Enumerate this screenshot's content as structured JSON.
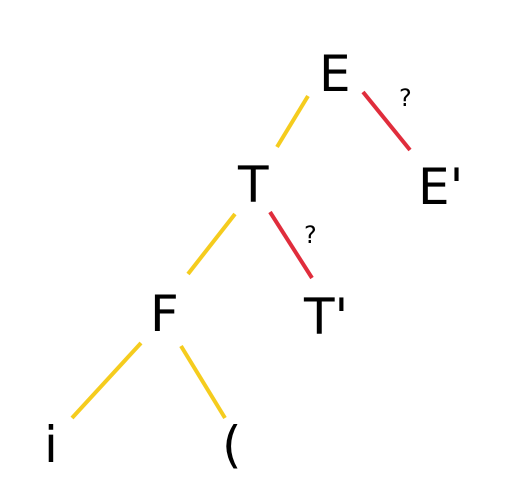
{
  "colors": {
    "background": "#ffffff",
    "text": "#000000",
    "known_edge": "#f5cc1e",
    "unknown_edge": "#e02d3c"
  },
  "nodes": {
    "e": "E",
    "t": "T",
    "e_prime": "E'",
    "f": "F",
    "t_prime": "T'",
    "i": "i",
    "paren": "("
  },
  "edges": [
    {
      "from": "e",
      "to": "t",
      "status": "known"
    },
    {
      "from": "e",
      "to": "e_prime",
      "status": "unknown",
      "label": "?"
    },
    {
      "from": "t",
      "to": "f",
      "status": "known"
    },
    {
      "from": "t",
      "to": "t_prime",
      "status": "unknown",
      "label": "?"
    },
    {
      "from": "f",
      "to": "i",
      "status": "known"
    },
    {
      "from": "f",
      "to": "paren",
      "status": "known"
    }
  ]
}
